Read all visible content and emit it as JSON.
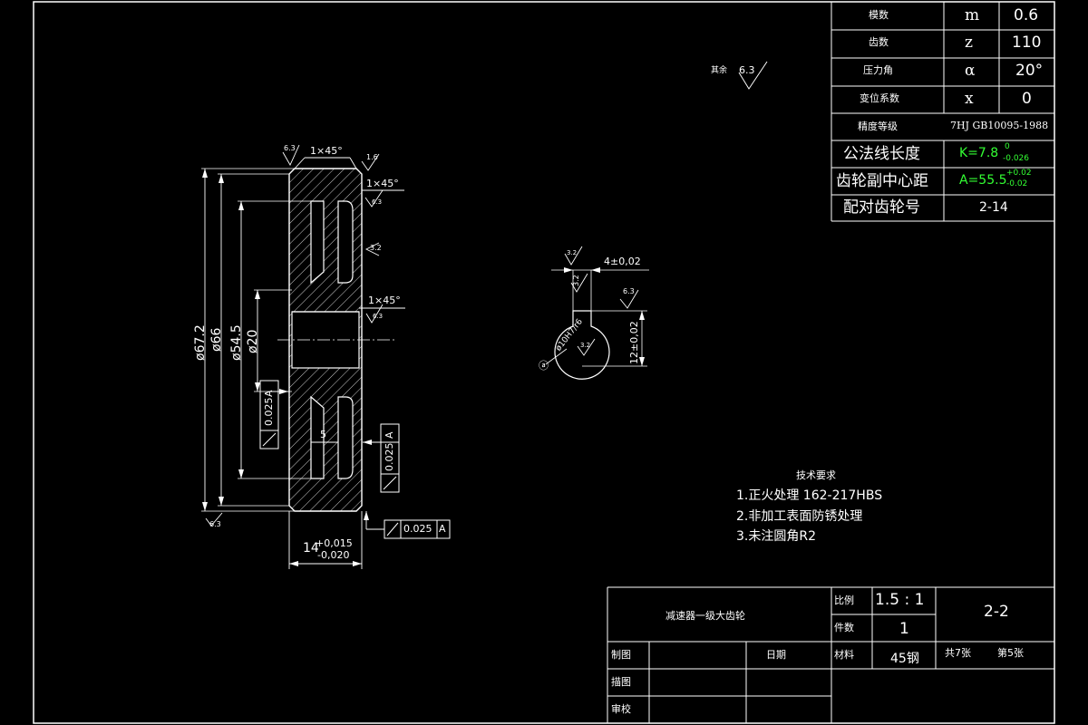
{
  "param_table": {
    "rows": [
      {
        "label": "模数",
        "symbol": "m",
        "value": "0.6"
      },
      {
        "label": "齿数",
        "symbol": "z",
        "value": "110"
      },
      {
        "label": "压力角",
        "symbol": "α",
        "value": "20°"
      },
      {
        "label": "变位系数",
        "symbol": "x",
        "value": "0"
      }
    ],
    "precision_label": "精度等级",
    "precision_value": "7HJ GB10095-1988",
    "normal_length_label": "公法线长度",
    "normal_length_value": "K=7.8",
    "normal_length_tol_upper": "0",
    "normal_length_tol_lower": "-0.026",
    "center_distance_label": "齿轮副中心距",
    "center_distance_value": "A=55.5",
    "center_distance_tol_upper": "+0.02",
    "center_distance_tol_lower": "-0.02",
    "mating_gear_label": "配对齿轮号",
    "mating_gear_value": "2-14"
  },
  "surface_note": {
    "label": "其余",
    "value": "6.3"
  },
  "gear_dims": {
    "d672": "ø67.2",
    "d66": "ø66",
    "d545": "ø54.5",
    "d20": "ø20",
    "chamfer_top": "1×45°",
    "chamfer_right": "1×45°",
    "chamfer_hub": "1×45°",
    "rough_top_left": "6.3",
    "rough_top_right": "1.6",
    "rough_right_small": "6.3",
    "rough_flank": "3.2",
    "rough_hub": "6.3",
    "rough_bottom": "6.3",
    "web_width": "5",
    "runout_left": "0.025",
    "runout_left_ref": "A",
    "runout_right": "0.025",
    "runout_right_ref": "A",
    "runout_bottom": "0.025",
    "runout_bottom_ref": "A",
    "datum": "A",
    "width_base": "14",
    "width_tol_upper": "+0,015",
    "width_tol_lower": "-0,020"
  },
  "keyway": {
    "width": "4±0,02",
    "rough_top": "3.2",
    "rough_side": "3.2",
    "rough_right": "6.3",
    "depth": "12±0,02",
    "bore": "ø10H7/r6",
    "sym_rough": "3.2",
    "sym_label": "ⓐ"
  },
  "tech_req": {
    "title": "技术要求",
    "items": [
      "1.正火处理 162-217HBS",
      "2.非加工表面防锈处理",
      "3.未注圆角R2"
    ]
  },
  "title_block": {
    "part_name": "减速器一级大齿轮",
    "scale_label": "比例",
    "scale_value": "1.5 : 1",
    "qty_label": "件数",
    "qty_value": "1",
    "drawing_no": "2-2",
    "drawn_label": "制图",
    "date_label": "日期",
    "material_label": "材料",
    "material_value": "45钢",
    "sheets_total": "共7张",
    "sheet_no": "第5张",
    "traced_label": "描图",
    "checked_label": "审校"
  }
}
